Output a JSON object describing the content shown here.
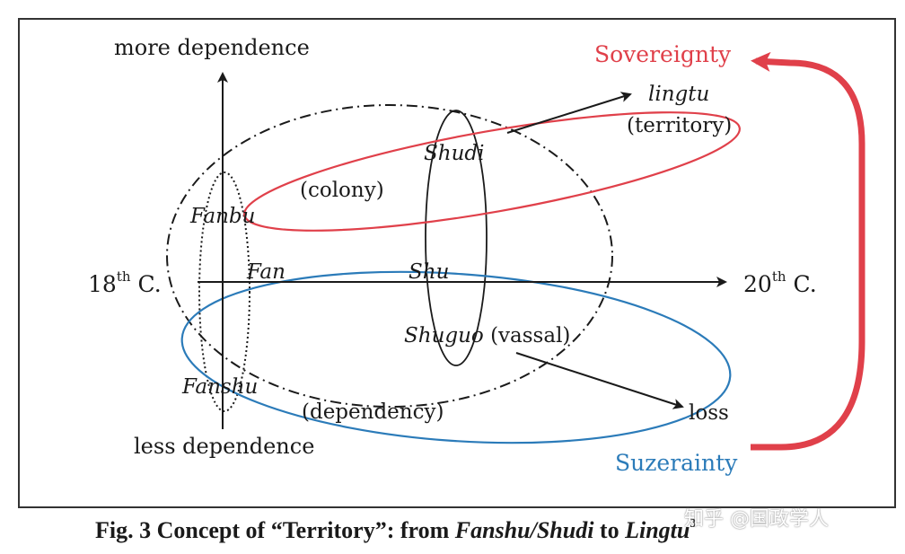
{
  "diagram": {
    "axes": {
      "vertical_top": "more dependence",
      "vertical_bottom": "less dependence",
      "left_base": "18",
      "left_sup": "th",
      "left_suffix": " C.",
      "right_base": "20",
      "right_sup": "th",
      "right_suffix": " C."
    },
    "labels": {
      "sovereignty": "Sovereignty",
      "suzerainty": "Suzerainty",
      "lingtu": "lingtu",
      "territory": "(territory)",
      "shudi": "Shudi",
      "colony": "(colony)",
      "fanbu": "Fanbu",
      "fan": "Fan",
      "shu": "Shu",
      "shuguo": "Shuguo",
      "vassal": " (vassal)",
      "fanshu": "Fanshu",
      "dependency": "(dependency)",
      "loss": "loss"
    },
    "colors": {
      "red": "#e0404a",
      "blue": "#2b7bb9",
      "black": "#1a1a1a",
      "border": "#333333"
    }
  },
  "caption": {
    "prefix": "Fig. 3 Concept of “Territory”: from ",
    "fanshu_shudi": "Fanshu/Shudi",
    "middle": " to ",
    "lingtu": "Lingtu",
    "sup": "3"
  },
  "watermark": "知乎 @国政学人"
}
